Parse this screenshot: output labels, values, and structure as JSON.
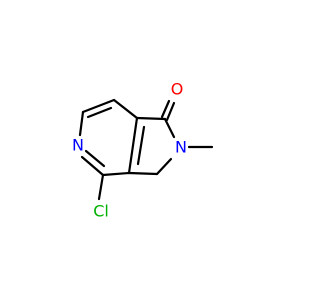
{
  "molecule": {
    "atoms": {
      "oxygen": {
        "label": "O",
        "color": "#ff0000"
      },
      "nitrogen_ring": {
        "label": "N",
        "color": "#0000ff"
      },
      "nitrogen_amide": {
        "label": "N",
        "color": "#0000ff"
      },
      "chlorine": {
        "label": "Cl",
        "color": "#00b000"
      }
    },
    "bond_color": "#000000"
  }
}
